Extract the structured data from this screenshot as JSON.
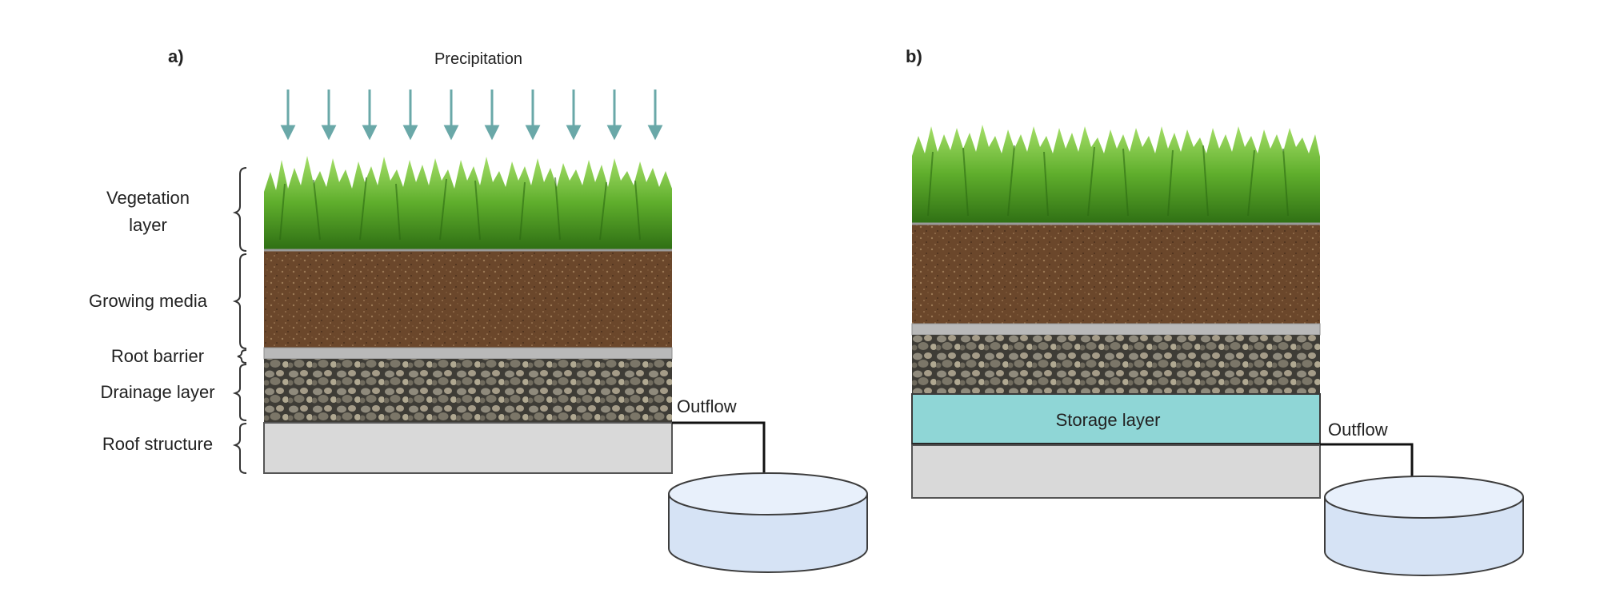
{
  "panel_a": {
    "label": "a)",
    "precipitation_label": "Precipitation",
    "layer_labels": {
      "vegetation_line1": "Vegetation",
      "vegetation_line2": "layer",
      "growing_media": "Growing media",
      "root_barrier": "Root barrier",
      "drainage": "Drainage layer",
      "roof_structure": "Roof structure"
    },
    "outflow_label": "Outflow"
  },
  "panel_b": {
    "label": "b)",
    "storage_label": "Storage layer",
    "outflow_label": "Outflow"
  },
  "colors": {
    "grass_dark": "#3f7f1f",
    "grass_light": "#7fcf3a",
    "soil": "#6e4a2e",
    "root_barrier": "#b9b9b9",
    "gravel": "#6b6a62",
    "roof": "#d9d9d9",
    "storage": "#8fd6d6",
    "tank": "#dfe9f7",
    "rain_arrow": "#6aa8a8"
  },
  "icons": [
    "grass-texture",
    "soil-texture",
    "gravel-texture",
    "tank-icon",
    "rain-arrow-icon"
  ]
}
